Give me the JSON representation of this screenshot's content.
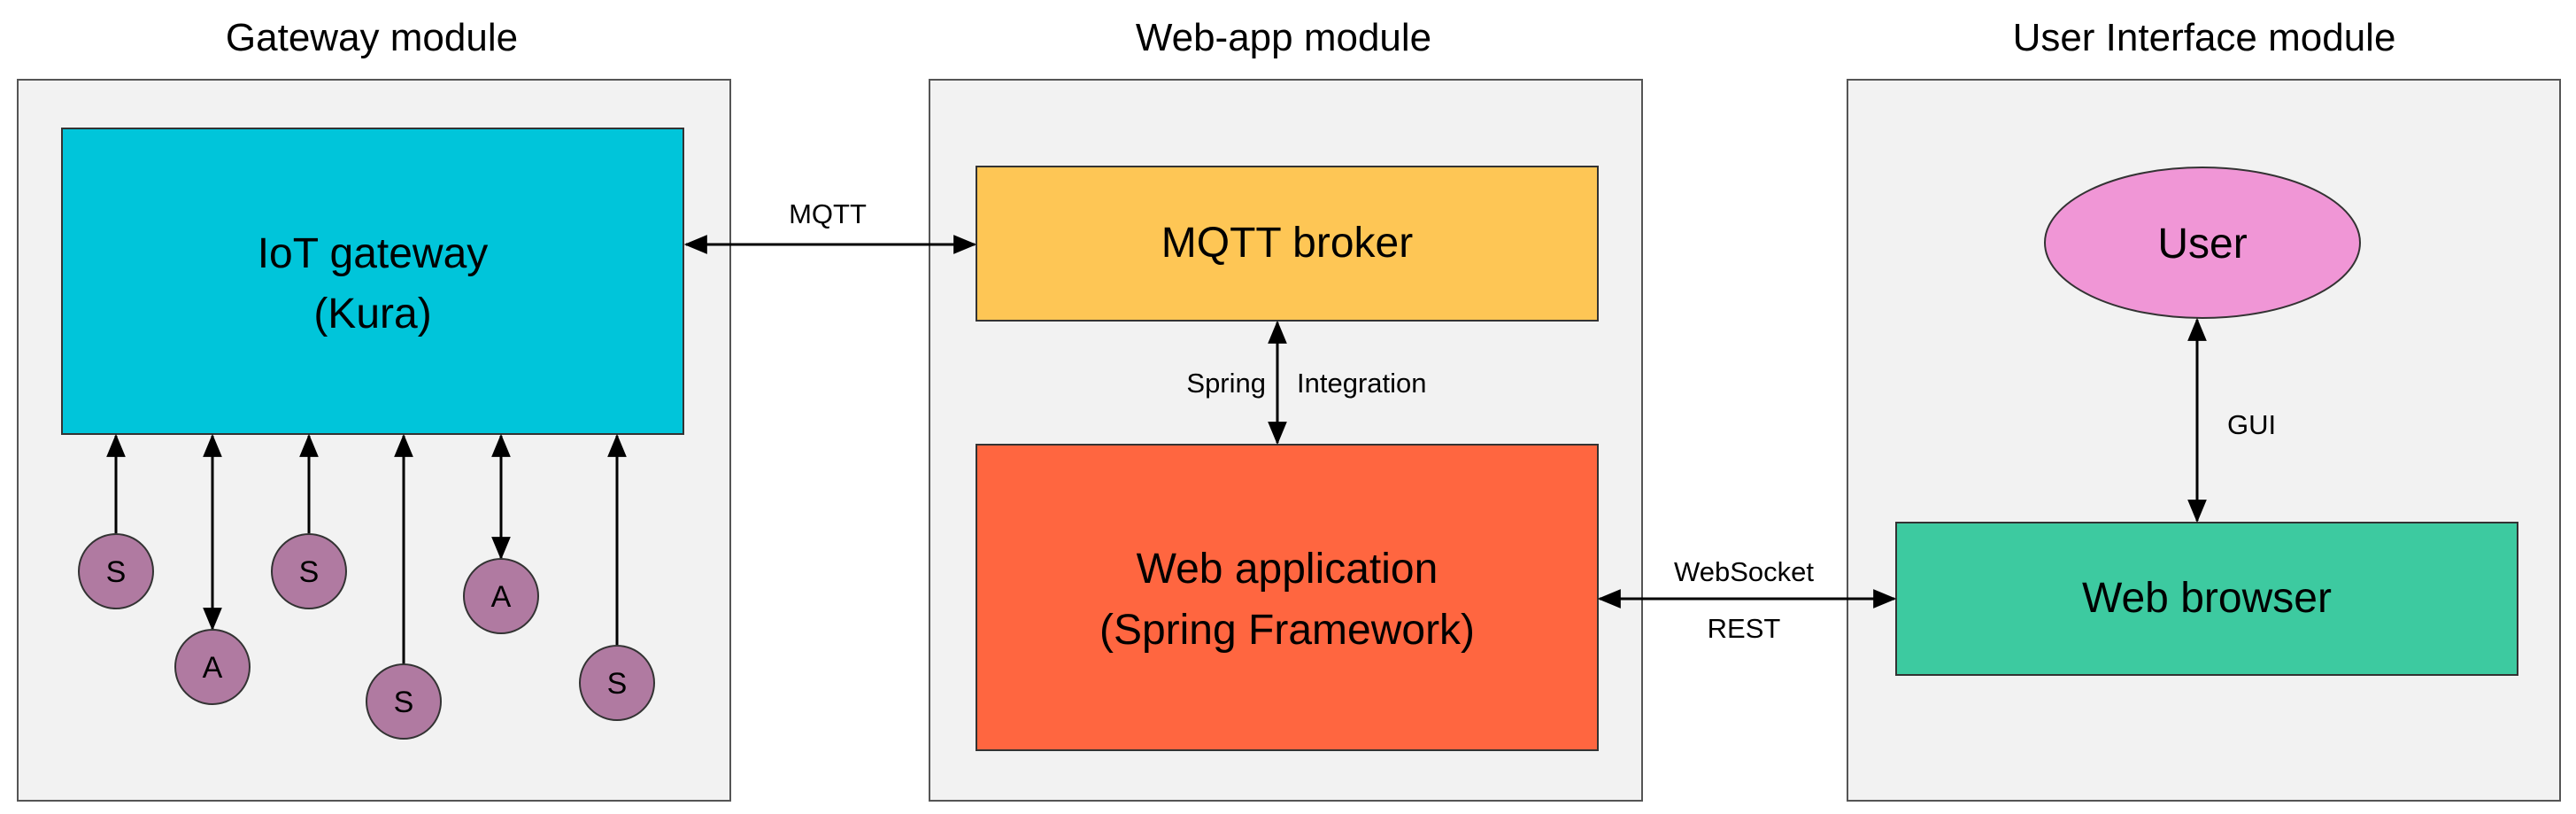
{
  "modules": {
    "gateway": {
      "title": "Gateway module"
    },
    "webapp": {
      "title": "Web-app module"
    },
    "ui": {
      "title": "User Interface module"
    }
  },
  "nodes": {
    "iot_gateway": {
      "line1": "IoT gateway",
      "line2": "(Kura)",
      "color": "#00c5da"
    },
    "mqtt_broker": {
      "label": "MQTT broker",
      "color": "#fec655"
    },
    "web_application": {
      "line1": "Web application",
      "line2": "(Spring Framework)",
      "color": "#ff6640"
    },
    "user": {
      "label": "User",
      "color": "#f096d6"
    },
    "web_browser": {
      "label": "Web browser",
      "color": "#3dcaa0"
    }
  },
  "devices": [
    {
      "label": "S",
      "kind": "sensor"
    },
    {
      "label": "A",
      "kind": "actuator"
    },
    {
      "label": "S",
      "kind": "sensor"
    },
    {
      "label": "S",
      "kind": "sensor"
    },
    {
      "label": "A",
      "kind": "actuator"
    },
    {
      "label": "S",
      "kind": "sensor"
    }
  ],
  "device_color": "#b07aa1",
  "connections": {
    "mqtt": "MQTT",
    "spring": "Spring",
    "integration": "Integration",
    "gui": "GUI",
    "websocket": "WebSocket",
    "rest": "REST"
  },
  "panel_color": "#f2f2f2"
}
